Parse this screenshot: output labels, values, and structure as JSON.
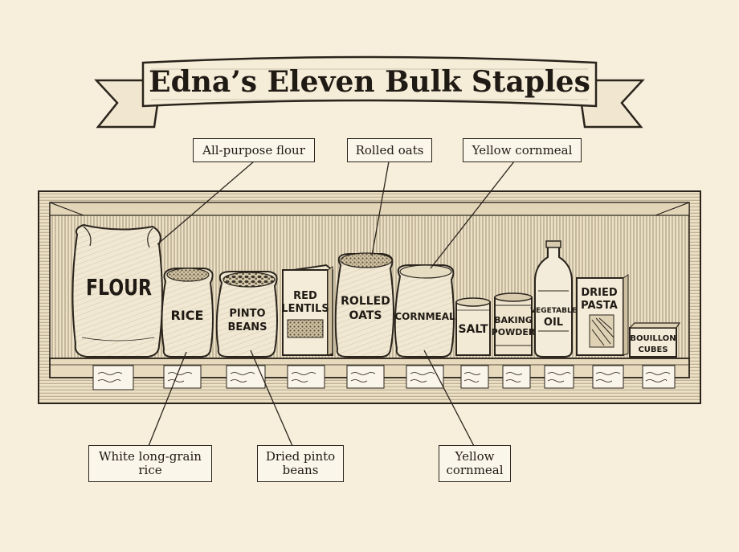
{
  "title": "Edna’s Eleven Bulk Staples",
  "containers": {
    "flour": "FLOUR",
    "rice": "RICE",
    "pinto_1": "PINTO",
    "pinto_2": "BEANS",
    "lentils_1": "RED",
    "lentils_2": "LENTILS",
    "oats_1": "ROLLED",
    "oats_2": "OATS",
    "cornmeal": "CORNMEAL",
    "salt": "SALT",
    "baking_1": "BAKING",
    "baking_2": "POWDER",
    "oil_1": "VEGETABLE",
    "oil_2": "OIL",
    "pasta_1": "DRIED",
    "pasta_2": "PASTA",
    "bouillon_1": "BOUILLON",
    "bouillon_2": "CUBES"
  },
  "callouts": {
    "flour": "All-purpose flour",
    "oats": "Rolled oats",
    "cornmeal_top": "Yellow cornmeal",
    "rice_1": "White long-grain",
    "rice_2": "rice",
    "beans_1": "Dried pinto",
    "beans_2": "beans",
    "cornmeal_bottom_1": "Yellow",
    "cornmeal_bottom_2": "cornmeal"
  },
  "colors": {
    "paper": "#f7efdc",
    "ink": "#2a241c",
    "sack": "#f1e8d3",
    "wood": "#e9dcbf"
  }
}
